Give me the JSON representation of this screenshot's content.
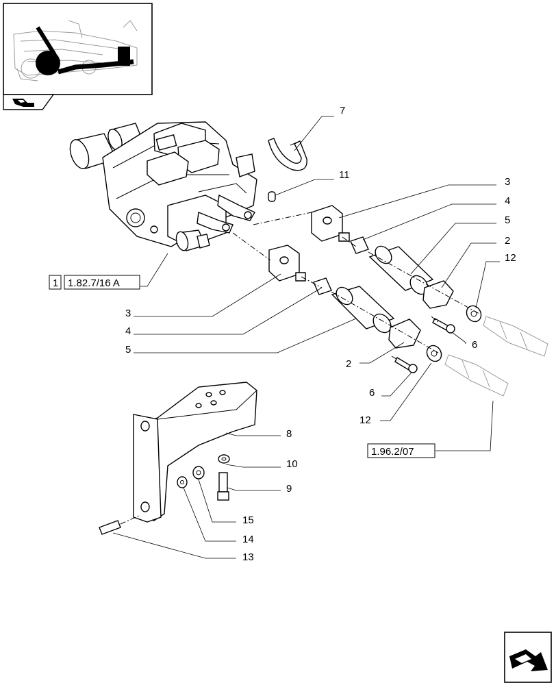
{
  "labels": {
    "l7": "7",
    "l11": "11",
    "l3a": "3",
    "l4a": "4",
    "l5a": "5",
    "l2a": "2",
    "l12a": "12",
    "l6a": "6",
    "l3b": "3",
    "l4b": "4",
    "l5b": "5",
    "l2b": "2",
    "l6b": "6",
    "l12b": "12",
    "l8": "8",
    "l10": "10",
    "l9": "9",
    "l15": "15",
    "l14": "14",
    "l13": "13"
  },
  "refs": {
    "ref1_prefix": "1",
    "ref1_text": "1.82.7/16 A",
    "ref2_text": "1.96.2/07"
  },
  "icons": {
    "overview": "tractor-overview-thumbnail",
    "prev": "previous-page-arrow-icon",
    "next": "next-page-arrow-icon"
  }
}
